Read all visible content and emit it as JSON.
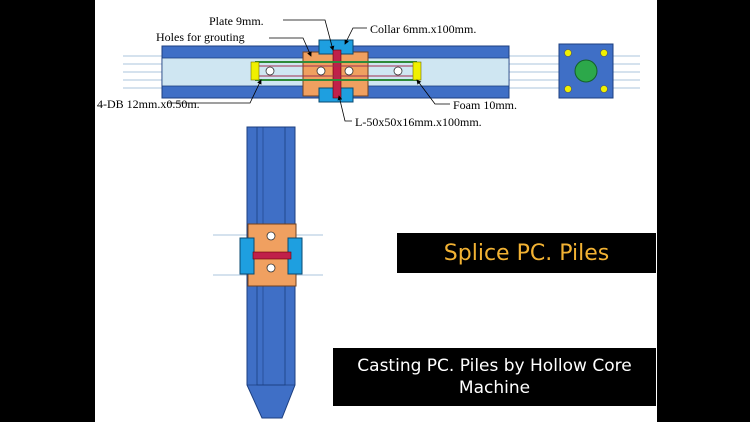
{
  "slide": {
    "title": "Splice PC. Piles",
    "subtitle": "Casting PC. Piles by Hollow Core Machine"
  },
  "diagram": {
    "labels": {
      "plate": "Plate 9mm.",
      "holes": "Holes for grouting",
      "collar": "Collar 6mm.x100mm.",
      "rebar": "4-DB 12mm.x0.50m.",
      "foam": "Foam 10mm.",
      "angle": "L-50x50x16mm.x100mm."
    }
  },
  "colors": {
    "pile_fill": "#3f6fc6",
    "pile_core": "#cfe6f2",
    "collar_fill": "#f0a060",
    "collar_blue": "#1e9fe0",
    "rebar_green": "#2e8a3a",
    "plate_red": "#c0204a",
    "foam_yellow": "#f0f000",
    "background": "#000000",
    "slide": "#ffffff",
    "title_color": "#f2b233"
  }
}
